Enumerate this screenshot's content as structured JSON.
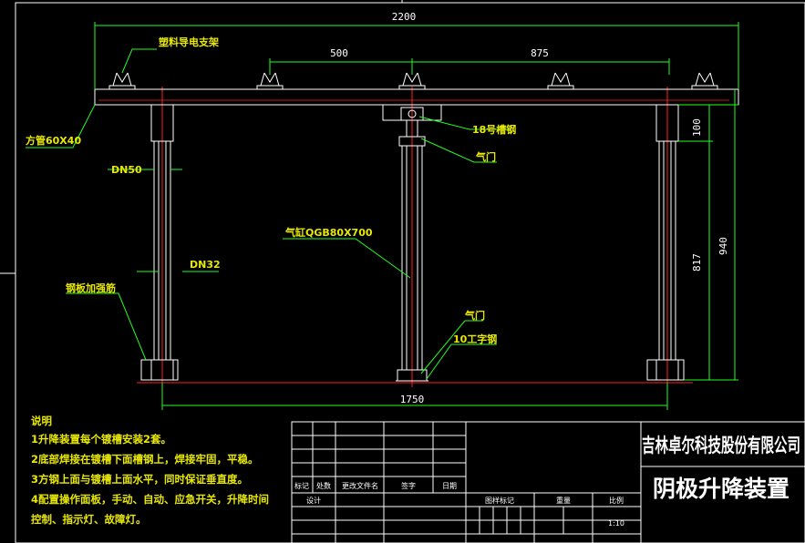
{
  "dimensions": {
    "top_total": "2200",
    "top_left_span": "500",
    "top_right_span": "875",
    "bottom_span": "1750",
    "right_upper": "100",
    "right_middle": "817",
    "right_total": "940"
  },
  "labels": {
    "plastic_bracket": "塑料导电支架",
    "square_tube": "方管60X40",
    "channel_steel": "18号槽钢",
    "valve_top": "气门",
    "dn50": "DN50",
    "cylinder": "气缸QGB80X700",
    "dn32": "DN32",
    "steel_plate": "钢板加强筋",
    "valve_bottom": "气门",
    "i_beam": "10工字钢"
  },
  "notes": {
    "heading": "说明",
    "items": [
      "1升降装置每个镀槽安装2套。",
      "2底部焊接在镀槽下面槽钢上，焊接牢固，平稳。",
      "3方钢上面与镀槽上面水平，同时保证垂直度。",
      "4配置操作面板，手动、自动、应急开关，升降时间",
      "控制、指示灯、故障灯。"
    ]
  },
  "title_block": {
    "company": "吉林卓尔科技股份有限公司",
    "drawing_title": "阴极升降装置",
    "row_mark": "标记",
    "row_count": "处数",
    "row_change_doc": "更改文件名",
    "row_sign": "签字",
    "row_date": "日期",
    "designer": "设计",
    "stage_mark": "图样标记",
    "weight": "重量",
    "scale_label": "比例",
    "scale_value": "1:10"
  }
}
